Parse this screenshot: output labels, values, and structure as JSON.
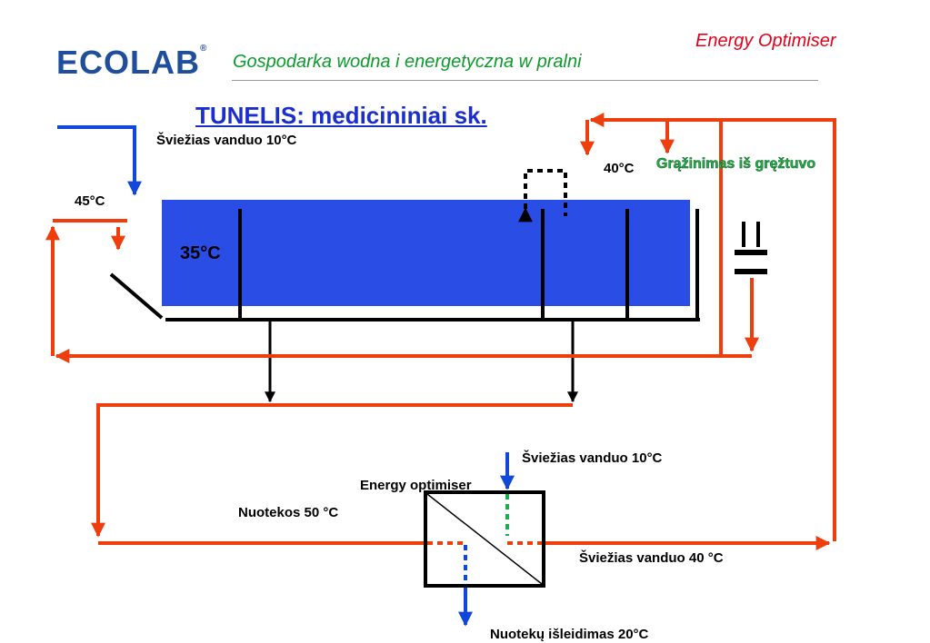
{
  "header": {
    "logo": "ECOLAB",
    "logo_mark": "®",
    "brand_title": "Energy Optimiser",
    "subtitle": "Gospodarka wodna i energetyczna w pralni"
  },
  "title": "TUNELIS: medicininiai sk.",
  "labels": {
    "fresh_inlet": "Šviežias vanduo 10°C",
    "inlet_45": "45°C",
    "tank_temp": "35°C",
    "return_40": "40°C",
    "return_from_press": "Grąžinimas iš gręžtuvo",
    "optimiser": "Energy optimiser",
    "fresh_optimiser_in": "Šviežias vanduo  10°C",
    "wastewater_in": "Nuotekos 50 °C",
    "fresh_optimiser_out": "Šviežias vanduo 40 °C",
    "discharge": "Nuotekų išleidimas 20°C"
  },
  "colors": {
    "tank": "#2a4de6",
    "hot_pipe": "#ef3e0e",
    "cold_pipe": "#1248d8",
    "green_dotted": "#19b04a",
    "brand_blue": "#1f4e9c",
    "brand_red": "#e2001a",
    "subtitle_green": "#0e9a2d"
  }
}
